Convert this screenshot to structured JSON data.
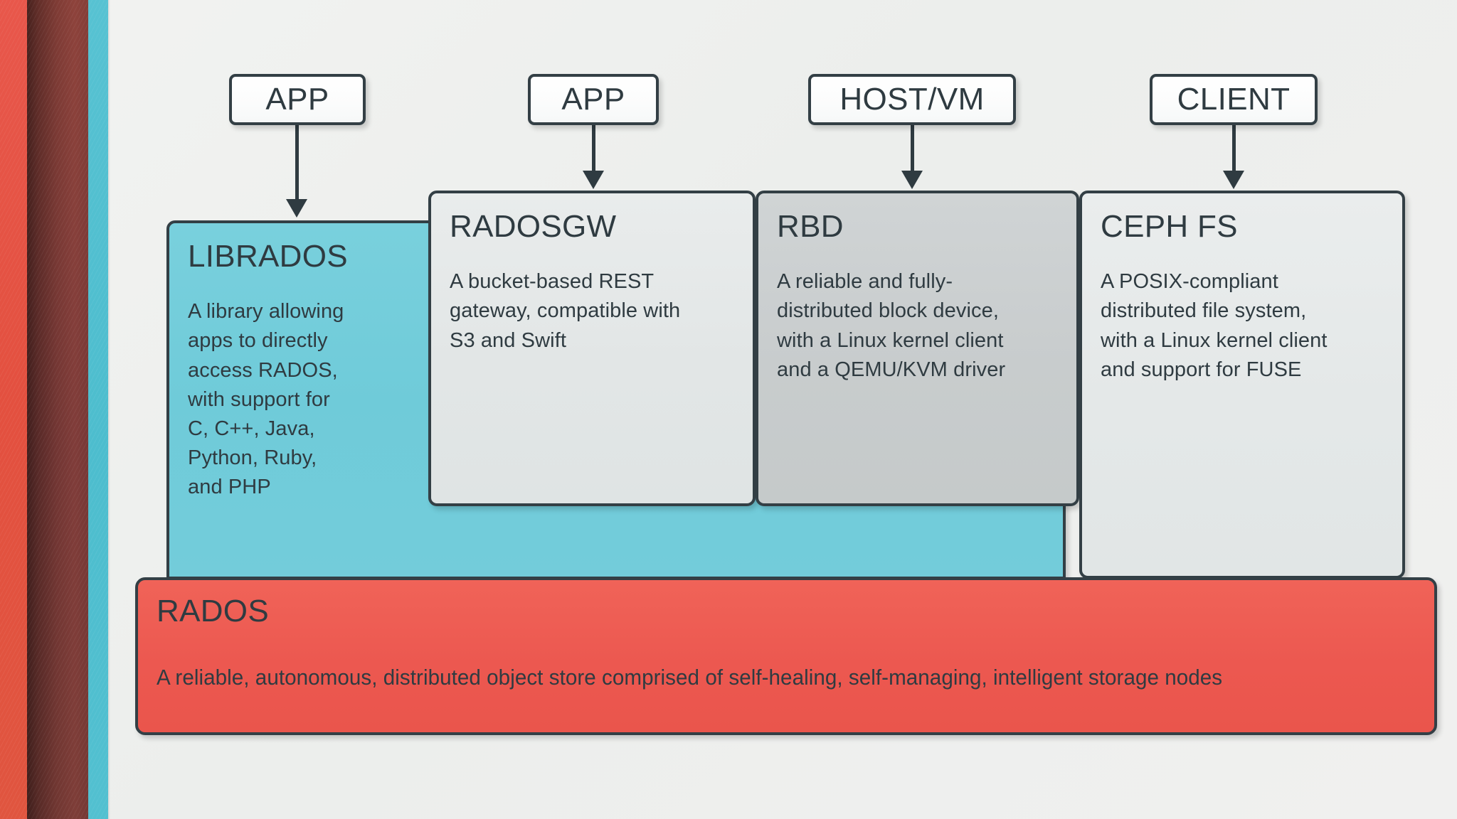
{
  "theme": {
    "background": "#eff0ee",
    "border_color": "#333f45",
    "text_color": "#2f3b41",
    "librados_fill": "#6fcbd9",
    "radosgw_fill": "#e2e6e6",
    "rbd_fill": "#c8cccd",
    "cephfs_fill": "#e4e8e8",
    "rados_fill": "#ec5850",
    "stripe_red": "#e3503f",
    "stripe_dark_red": "#8e4340",
    "stripe_teal": "#4dbdce"
  },
  "consumers": [
    {
      "id": "app-librados",
      "label": "APP"
    },
    {
      "id": "app-radosgw",
      "label": "APP"
    },
    {
      "id": "host-vm-rbd",
      "label": "HOST/VM"
    },
    {
      "id": "client-cephfs",
      "label": "CLIENT"
    }
  ],
  "layers": [
    {
      "id": "librados",
      "title": "LIBRADOS",
      "body": "A library allowing\napps to directly\naccess RADOS,\nwith support for\nC, C++, Java,\nPython, Ruby,\nand PHP"
    },
    {
      "id": "radosgw",
      "title": "RADOSGW",
      "body": "A bucket-based REST\ngateway, compatible with\nS3 and Swift"
    },
    {
      "id": "rbd",
      "title": "RBD",
      "body": "A reliable and fully-\ndistributed block device,\nwith a Linux kernel client\nand a QEMU/KVM driver"
    },
    {
      "id": "cephfs",
      "title": "CEPH FS",
      "body": "A POSIX-compliant\ndistributed file system,\nwith a Linux kernel client\nand support for FUSE"
    }
  ],
  "foundation": {
    "id": "rados",
    "title": "RADOS",
    "body": "A reliable, autonomous, distributed object store comprised of self-healing, self-managing, intelligent storage nodes"
  }
}
